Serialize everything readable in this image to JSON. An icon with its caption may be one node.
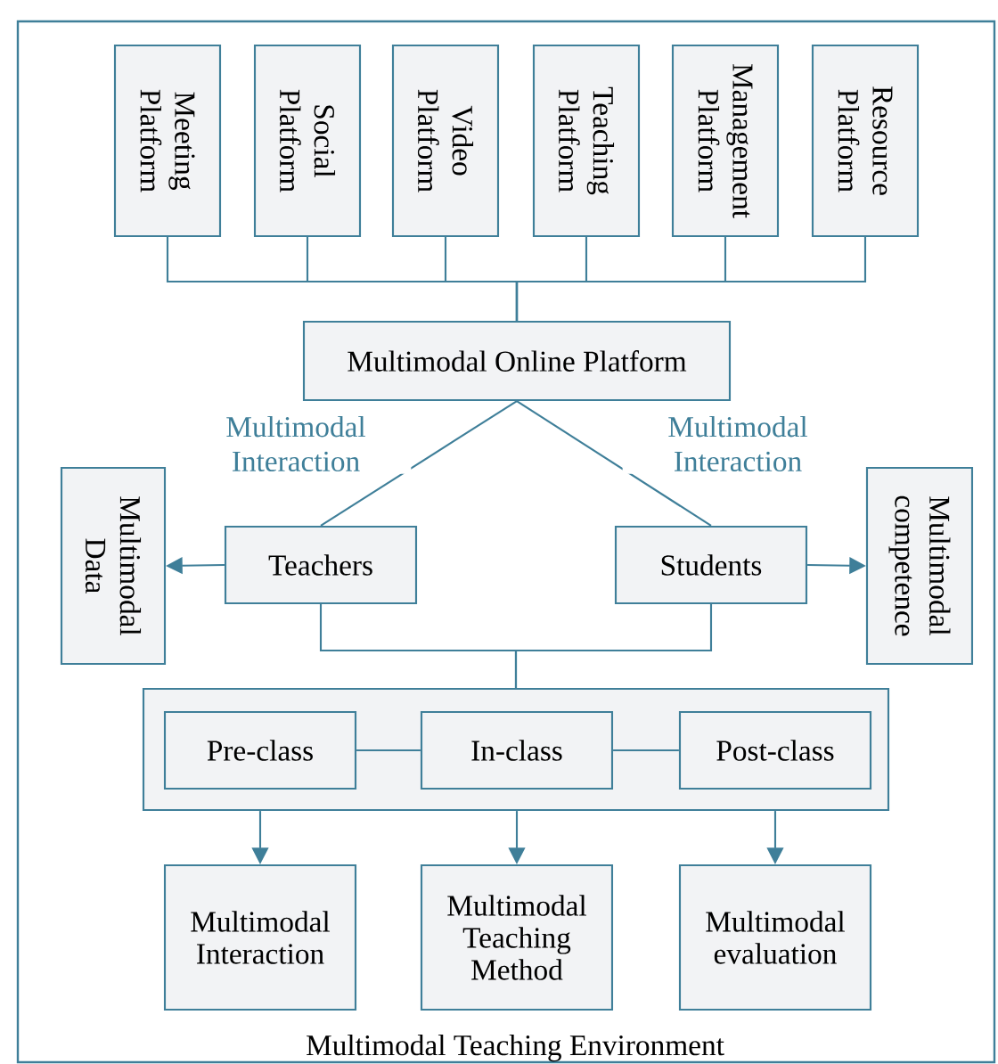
{
  "diagram": {
    "nodes": [
      {
        "text": [
          "Multimodal Teaching Environment"
        ]
      },
      {
        "text": [
          "Meeting Platform"
        ],
        "in": 0
      },
      {
        "text": [
          "Social Platform"
        ],
        "in": 0
      },
      {
        "text": [
          "Video Platform"
        ],
        "in": 0
      },
      {
        "text": [
          "Teaching Platform"
        ],
        "in": 0
      },
      {
        "text": [
          "Management Platform"
        ],
        "in": 0
      },
      {
        "text": [
          "Resource Platform"
        ],
        "in": 0
      },
      {
        "text": [
          "Multimodal Online Platform"
        ],
        "in": 0
      },
      {
        "text": [
          "Multimodal Data"
        ],
        "in": 0
      },
      {
        "text": [
          "Teachers"
        ],
        "in": 0
      },
      {
        "text": [
          "Students"
        ],
        "in": 0
      },
      {
        "text": [
          "Multimodal competence"
        ],
        "in": 0
      },
      {
        "text": [],
        "shape": "box",
        "in": 0
      },
      {
        "text": [
          "Pre-class"
        ],
        "in": 12
      },
      {
        "text": [
          "In-class"
        ],
        "in": 12
      },
      {
        "text": [
          "Post-class"
        ],
        "in": 12
      },
      {
        "text": [
          "Multimodal Interaction"
        ],
        "in": 0
      },
      {
        "text": [
          "Multimodal Teaching Method"
        ],
        "in": 0
      },
      {
        "text": [
          "Multimodal evaluation"
        ],
        "in": 0
      }
    ],
    "edges": [
      {
        "from": 1,
        "to": 7,
        "arrow": "none"
      },
      {
        "from": 2,
        "to": 7,
        "arrow": "none"
      },
      {
        "from": 3,
        "to": 7,
        "arrow": "none"
      },
      {
        "from": 4,
        "to": 7,
        "arrow": "none"
      },
      {
        "from": 5,
        "to": 7,
        "arrow": "none"
      },
      {
        "from": 6,
        "to": 7,
        "arrow": "none"
      },
      {
        "from": 7,
        "to": 9,
        "arrow": "none",
        "label": "Multimodal Interaction"
      },
      {
        "from": 7,
        "to": 10,
        "arrow": "none",
        "label": "Multimodal Interaction"
      },
      {
        "from": 9,
        "to": 8,
        "arrow": "to"
      },
      {
        "from": 10,
        "to": 11,
        "arrow": "to"
      },
      {
        "from": 9,
        "to": 12,
        "arrow": "none"
      },
      {
        "from": 10,
        "to": 12,
        "arrow": "none"
      },
      {
        "from": 13,
        "to": 14,
        "arrow": "none"
      },
      {
        "from": 14,
        "to": 15,
        "arrow": "none"
      },
      {
        "from": 12,
        "to": 16,
        "arrow": "to"
      },
      {
        "from": 12,
        "to": 17,
        "arrow": "to"
      },
      {
        "from": 12,
        "to": 18,
        "arrow": "to"
      }
    ]
  }
}
